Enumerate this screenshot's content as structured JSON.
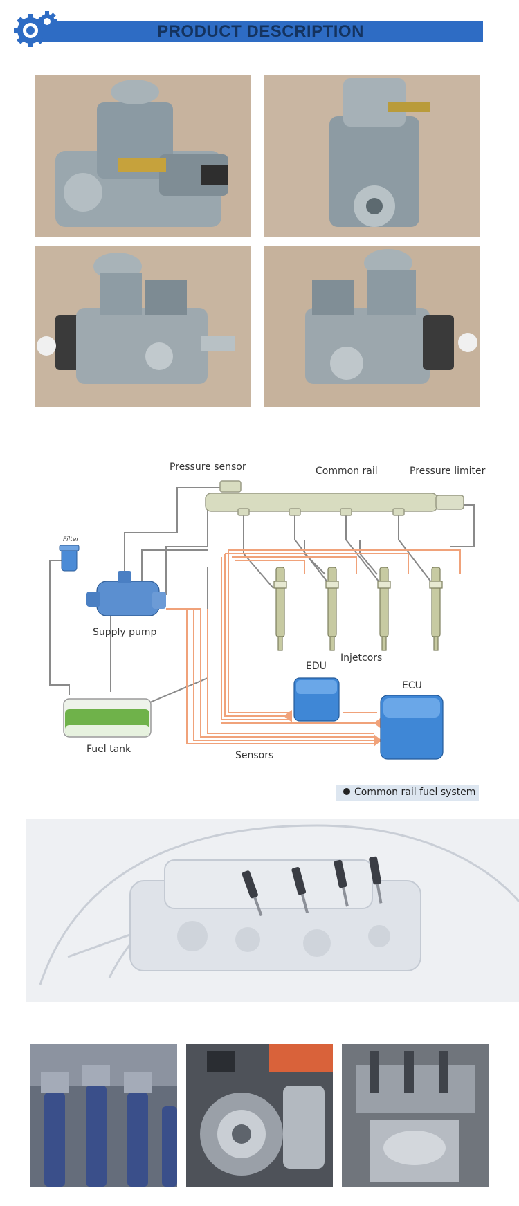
{
  "header": {
    "title": "PRODUCT DESCRIPTION",
    "logo_icon": "double-gear-icon",
    "bar_color": "#2e6cc4",
    "title_color": "#14335f"
  },
  "diagram": {
    "labels": {
      "pressure_sensor": "Pressure sensor",
      "common_rail": "Common rail",
      "pressure_limiter": "Pressure limiter",
      "filter": "Filter",
      "supply_pump": "Supply pump",
      "injectors": "Injetcors",
      "edu": "EDU",
      "ecu": "ECU",
      "fuel_tank": "Fuel tank",
      "sensors": "Sensors"
    },
    "caption": "Common rail fuel system",
    "colors": {
      "rail": "#d8dcc0",
      "wiring": "#f0a27a",
      "module": "#3f87d6",
      "fuel": "#5fa63a",
      "pump": "#5b8fd0"
    }
  }
}
